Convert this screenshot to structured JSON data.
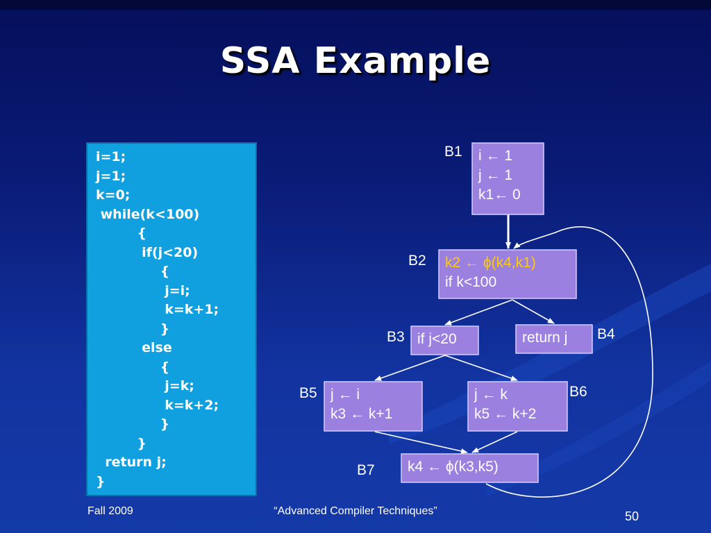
{
  "title": "SSA Example",
  "code": {
    "lines": [
      "i=1;",
      "j=1;",
      "k=0;",
      " while(k<100)",
      "         {",
      "          if(j<20)",
      "              {",
      "               j=i;",
      "               k=k+1;",
      "              }",
      "          else",
      "              {",
      "               j=k;",
      "               k=k+2;",
      "              }",
      "         }",
      "  return j;",
      "}"
    ]
  },
  "cfg": {
    "blocks": [
      {
        "id": "B1",
        "label": "B1",
        "lines": [
          {
            "text": "i ← 1"
          },
          {
            "text": "j ← 1"
          },
          {
            "text": "k1← 0"
          }
        ]
      },
      {
        "id": "B2",
        "label": "B2",
        "lines": [
          {
            "text": "k2 ← ϕ(k4,k1)",
            "highlight": true
          },
          {
            "text": "if k<100"
          }
        ]
      },
      {
        "id": "B3",
        "label": "B3",
        "lines": [
          {
            "text": "if j<20"
          }
        ]
      },
      {
        "id": "B4",
        "label": "B4",
        "lines": [
          {
            "text": "return j"
          }
        ]
      },
      {
        "id": "B5",
        "label": "B5",
        "lines": [
          {
            "text": "j ← i"
          },
          {
            "text": "k3 ← k+1"
          }
        ]
      },
      {
        "id": "B6",
        "label": "B6",
        "lines": [
          {
            "text": "j ← k"
          },
          {
            "text": "k5 ← k+2"
          }
        ]
      },
      {
        "id": "B7",
        "label": "B7",
        "lines": [
          {
            "text": "k4 ← ϕ(k3,k5)"
          }
        ]
      }
    ],
    "edges": [
      [
        "B1",
        "B2"
      ],
      [
        "B2",
        "B3"
      ],
      [
        "B2",
        "B4"
      ],
      [
        "B3",
        "B5"
      ],
      [
        "B3",
        "B6"
      ],
      [
        "B5",
        "B7"
      ],
      [
        "B6",
        "B7"
      ],
      [
        "B7",
        "B2"
      ]
    ]
  },
  "colors": {
    "node_fill": "#9b80e0",
    "node_border": "#d9ccff",
    "highlight_text": "#ffcc00",
    "code_box": "#10a0e0"
  },
  "footer": {
    "left": "Fall 2009",
    "center": "“Advanced Compiler Techniques”",
    "page_number": "50"
  }
}
